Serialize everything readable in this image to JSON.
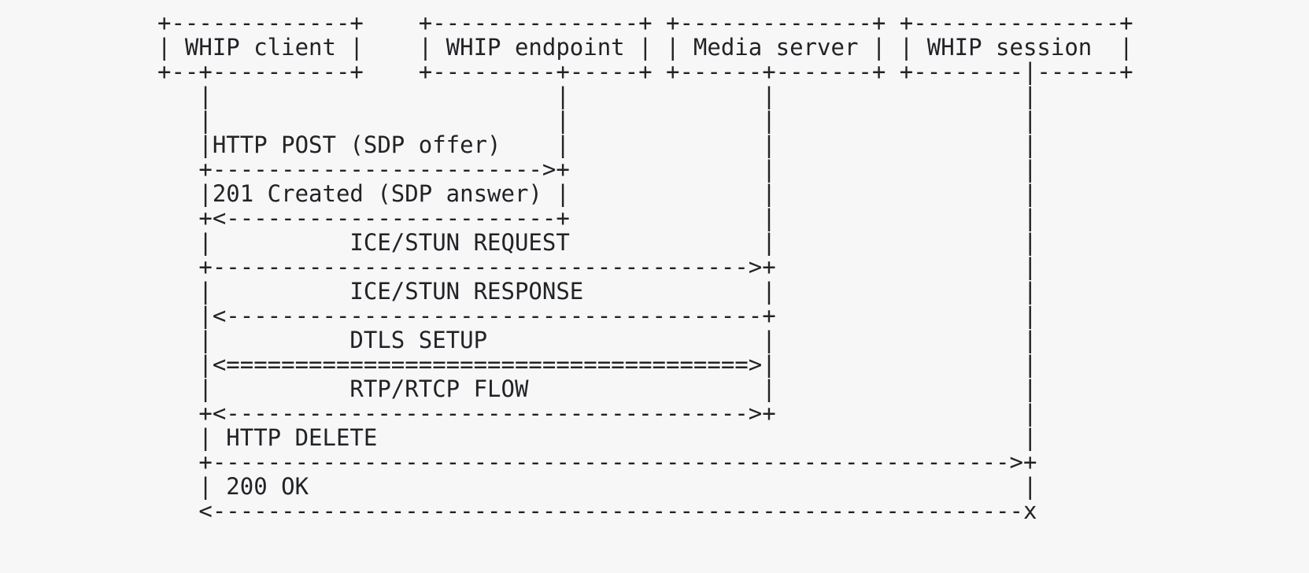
{
  "colors": {
    "background": "#f7f7f8",
    "text": "#212326"
  },
  "diagram": {
    "participants": [
      "WHIP client",
      "WHIP endpoint",
      "Media server",
      "WHIP session"
    ],
    "messages": [
      {
        "label": "HTTP POST (SDP offer)",
        "from": "WHIP client",
        "to": "WHIP endpoint",
        "bidirectional": false
      },
      {
        "label": "201 Created (SDP answer)",
        "from": "WHIP endpoint",
        "to": "WHIP client",
        "bidirectional": false
      },
      {
        "label": "ICE/STUN REQUEST",
        "from": "WHIP client",
        "to": "Media server",
        "bidirectional": false
      },
      {
        "label": "ICE/STUN RESPONSE",
        "from": "Media server",
        "to": "WHIP client",
        "bidirectional": false
      },
      {
        "label": "DTLS SETUP",
        "from": "WHIP client",
        "to": "Media server",
        "bidirectional": true
      },
      {
        "label": "RTP/RTCP FLOW",
        "from": "WHIP client",
        "to": "Media server",
        "bidirectional": true
      },
      {
        "label": "HTTP DELETE",
        "from": "WHIP client",
        "to": "WHIP session",
        "bidirectional": false
      },
      {
        "label": "200 OK",
        "from": "WHIP session",
        "to": "WHIP client",
        "bidirectional": false
      }
    ],
    "lines": [
      "+-------------+    +---------------+ +--------------+ +---------------+",
      "| WHIP client |    | WHIP endpoint | | Media server | | WHIP session  |",
      "+--+----------+    +---------+-----+ +------+-------+ +--------|------+",
      "   |                         |              |                  |",
      "   |                         |              |                  |",
      "   |HTTP POST (SDP offer)    |              |                  |",
      "   +------------------------>+              |                  |",
      "   |201 Created (SDP answer) |              |                  |",
      "   +<------------------------+              |                  |",
      "   |          ICE/STUN REQUEST              |                  |",
      "   +--------------------------------------->+                  |",
      "   |          ICE/STUN RESPONSE             |                  |",
      "   |<---------------------------------------+                  |",
      "   |          DTLS SETUP                    |                  |",
      "   |<======================================>|                  |",
      "   |          RTP/RTCP FLOW                 |                  |",
      "   +<-------------------------------------->+                  |",
      "   | HTTP DELETE                                               |",
      "   +---------------------------------------------------------->+",
      "   | 200 OK                                                    |",
      "   <-----------------------------------------------------------x"
    ]
  }
}
